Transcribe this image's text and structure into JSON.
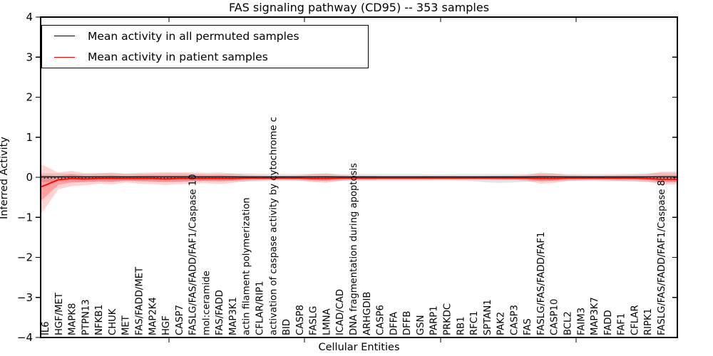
{
  "title": "FAS signaling pathway (CD95) -- 353 samples",
  "legend": {
    "items": [
      {
        "label": "Mean activity in all permuted samples",
        "color": "#000000"
      },
      {
        "label": "Mean activity in patient samples",
        "color": "#ff0000"
      }
    ]
  },
  "chart_data": {
    "type": "line",
    "title": "FAS signaling pathway (CD95) -- 353 samples",
    "xlabel": "Cellular Entities",
    "ylabel": "Inferred Activity",
    "ylim": [
      -4,
      4
    ],
    "yticks": [
      "4",
      "3",
      "2",
      "1",
      "0",
      "−1",
      "−2",
      "−3",
      "−4"
    ],
    "legend_position": "upper left",
    "grid": false,
    "categories": [
      "IL6",
      "HGF/MET",
      "MAPK8",
      "PTPN13",
      "NFKB1",
      "CHUK",
      "MET",
      "FAS/FADD/MET",
      "MAP2K4",
      "HGF",
      "CASP7",
      "FASLG/FAS/FADD/FAF1/Caspase 10",
      "mol:ceramide",
      "FAS/FADD",
      "MAP3K1",
      "actin filament polymerization",
      "CFLAR/RIP1",
      "activation of caspase activity by cytochrome c",
      "BID",
      "CASP8",
      "FASLG",
      "LMNA",
      "ICAD/CAD",
      "DNA fragmentation during apoptosis",
      "ARHGDIB",
      "CASP6",
      "DFFA",
      "DFFB",
      "GSN",
      "PARP1",
      "PRKDC",
      "RB1",
      "RFC1",
      "SPTAN1",
      "PAK2",
      "CASP3",
      "FAS",
      "FASLG/FAS/FADD/FAF1",
      "CASP10",
      "BCL2",
      "FAIM3",
      "MAP3K7",
      "FADD",
      "FAF1",
      "CFLAR",
      "RIPK1",
      "FASLG/FAS/FADD/FAF1/Caspase 8"
    ],
    "series": [
      {
        "name": "Mean activity in all permuted samples",
        "color": "#000000",
        "style": "solid",
        "constant": 0.01
      },
      {
        "name": "Mean activity in patient samples",
        "color": "#ff0000",
        "style": "solid",
        "values": [
          -0.2,
          -0.06,
          -0.03,
          -0.04,
          -0.03,
          -0.03,
          -0.03,
          -0.03,
          -0.03,
          -0.04,
          -0.03,
          -0.03,
          -0.03,
          -0.03,
          -0.03,
          -0.02,
          -0.02,
          -0.02,
          -0.02,
          -0.02,
          -0.03,
          -0.03,
          -0.02,
          -0.02,
          -0.02,
          -0.02,
          -0.02,
          -0.02,
          -0.02,
          -0.02,
          -0.02,
          -0.02,
          -0.02,
          -0.02,
          -0.02,
          -0.02,
          -0.02,
          -0.03,
          -0.03,
          -0.02,
          -0.02,
          -0.02,
          -0.02,
          -0.02,
          -0.02,
          -0.03,
          -0.05
        ]
      }
    ],
    "dotted_reference": {
      "value": -0.02,
      "color": "#000000",
      "style": "dotted"
    },
    "bands": [
      {
        "name": "permuted samples range",
        "color": "rgba(0,0,0,0.10)",
        "upper": [
          0.1,
          0.1,
          0.09,
          0.09,
          0.1,
          0.1,
          0.09,
          0.09,
          0.09,
          0.1,
          0.1,
          0.09,
          0.08,
          0.08,
          0.09,
          0.1,
          0.09,
          0.08,
          0.08,
          0.08,
          0.09,
          0.09,
          0.08,
          0.08,
          0.08,
          0.08,
          0.08,
          0.08,
          0.08,
          0.07,
          0.07,
          0.08,
          0.08,
          0.08,
          0.08,
          0.08,
          0.08,
          0.09,
          0.09,
          0.08,
          0.08,
          0.08,
          0.08,
          0.08,
          0.09,
          0.1,
          0.11
        ],
        "lower": [
          -0.12,
          -0.11,
          -0.1,
          -0.1,
          -0.11,
          -0.11,
          -0.1,
          -0.1,
          -0.1,
          -0.11,
          -0.11,
          -0.1,
          -0.09,
          -0.09,
          -0.1,
          -0.11,
          -0.1,
          -0.09,
          -0.09,
          -0.09,
          -0.1,
          -0.1,
          -0.09,
          -0.09,
          -0.09,
          -0.09,
          -0.09,
          -0.09,
          -0.09,
          -0.08,
          -0.08,
          -0.09,
          -0.1,
          -0.13,
          -0.14,
          -0.13,
          -0.11,
          -0.1,
          -0.1,
          -0.09,
          -0.09,
          -0.09,
          -0.1,
          -0.1,
          -0.11,
          -0.12,
          -0.13
        ]
      },
      {
        "name": "patient samples range",
        "color": "rgba(255,0,0,0.17)",
        "inner_color": "rgba(255,0,0,0.25)",
        "upper": [
          0.28,
          0.12,
          0.16,
          0.1,
          0.1,
          0.12,
          0.09,
          0.11,
          0.12,
          0.13,
          0.12,
          0.12,
          0.11,
          0.12,
          0.1,
          0.06,
          0.05,
          0.04,
          0.04,
          0.05,
          0.08,
          0.1,
          0.06,
          0.04,
          0.04,
          0.03,
          0.03,
          0.03,
          0.03,
          0.03,
          0.03,
          0.03,
          0.03,
          0.03,
          0.04,
          0.04,
          0.06,
          0.12,
          0.1,
          0.06,
          0.05,
          0.04,
          0.05,
          0.06,
          0.06,
          0.08,
          0.14
        ],
        "lower": [
          -0.78,
          -0.3,
          -0.22,
          -0.2,
          -0.16,
          -0.18,
          -0.13,
          -0.16,
          -0.17,
          -0.19,
          -0.17,
          -0.16,
          -0.15,
          -0.17,
          -0.14,
          -0.09,
          -0.08,
          -0.07,
          -0.07,
          -0.08,
          -0.12,
          -0.14,
          -0.09,
          -0.07,
          -0.07,
          -0.06,
          -0.06,
          -0.06,
          -0.06,
          -0.06,
          -0.06,
          -0.06,
          -0.06,
          -0.06,
          -0.07,
          -0.07,
          -0.09,
          -0.16,
          -0.14,
          -0.09,
          -0.08,
          -0.07,
          -0.08,
          -0.09,
          -0.09,
          -0.11,
          -0.18
        ]
      }
    ]
  }
}
